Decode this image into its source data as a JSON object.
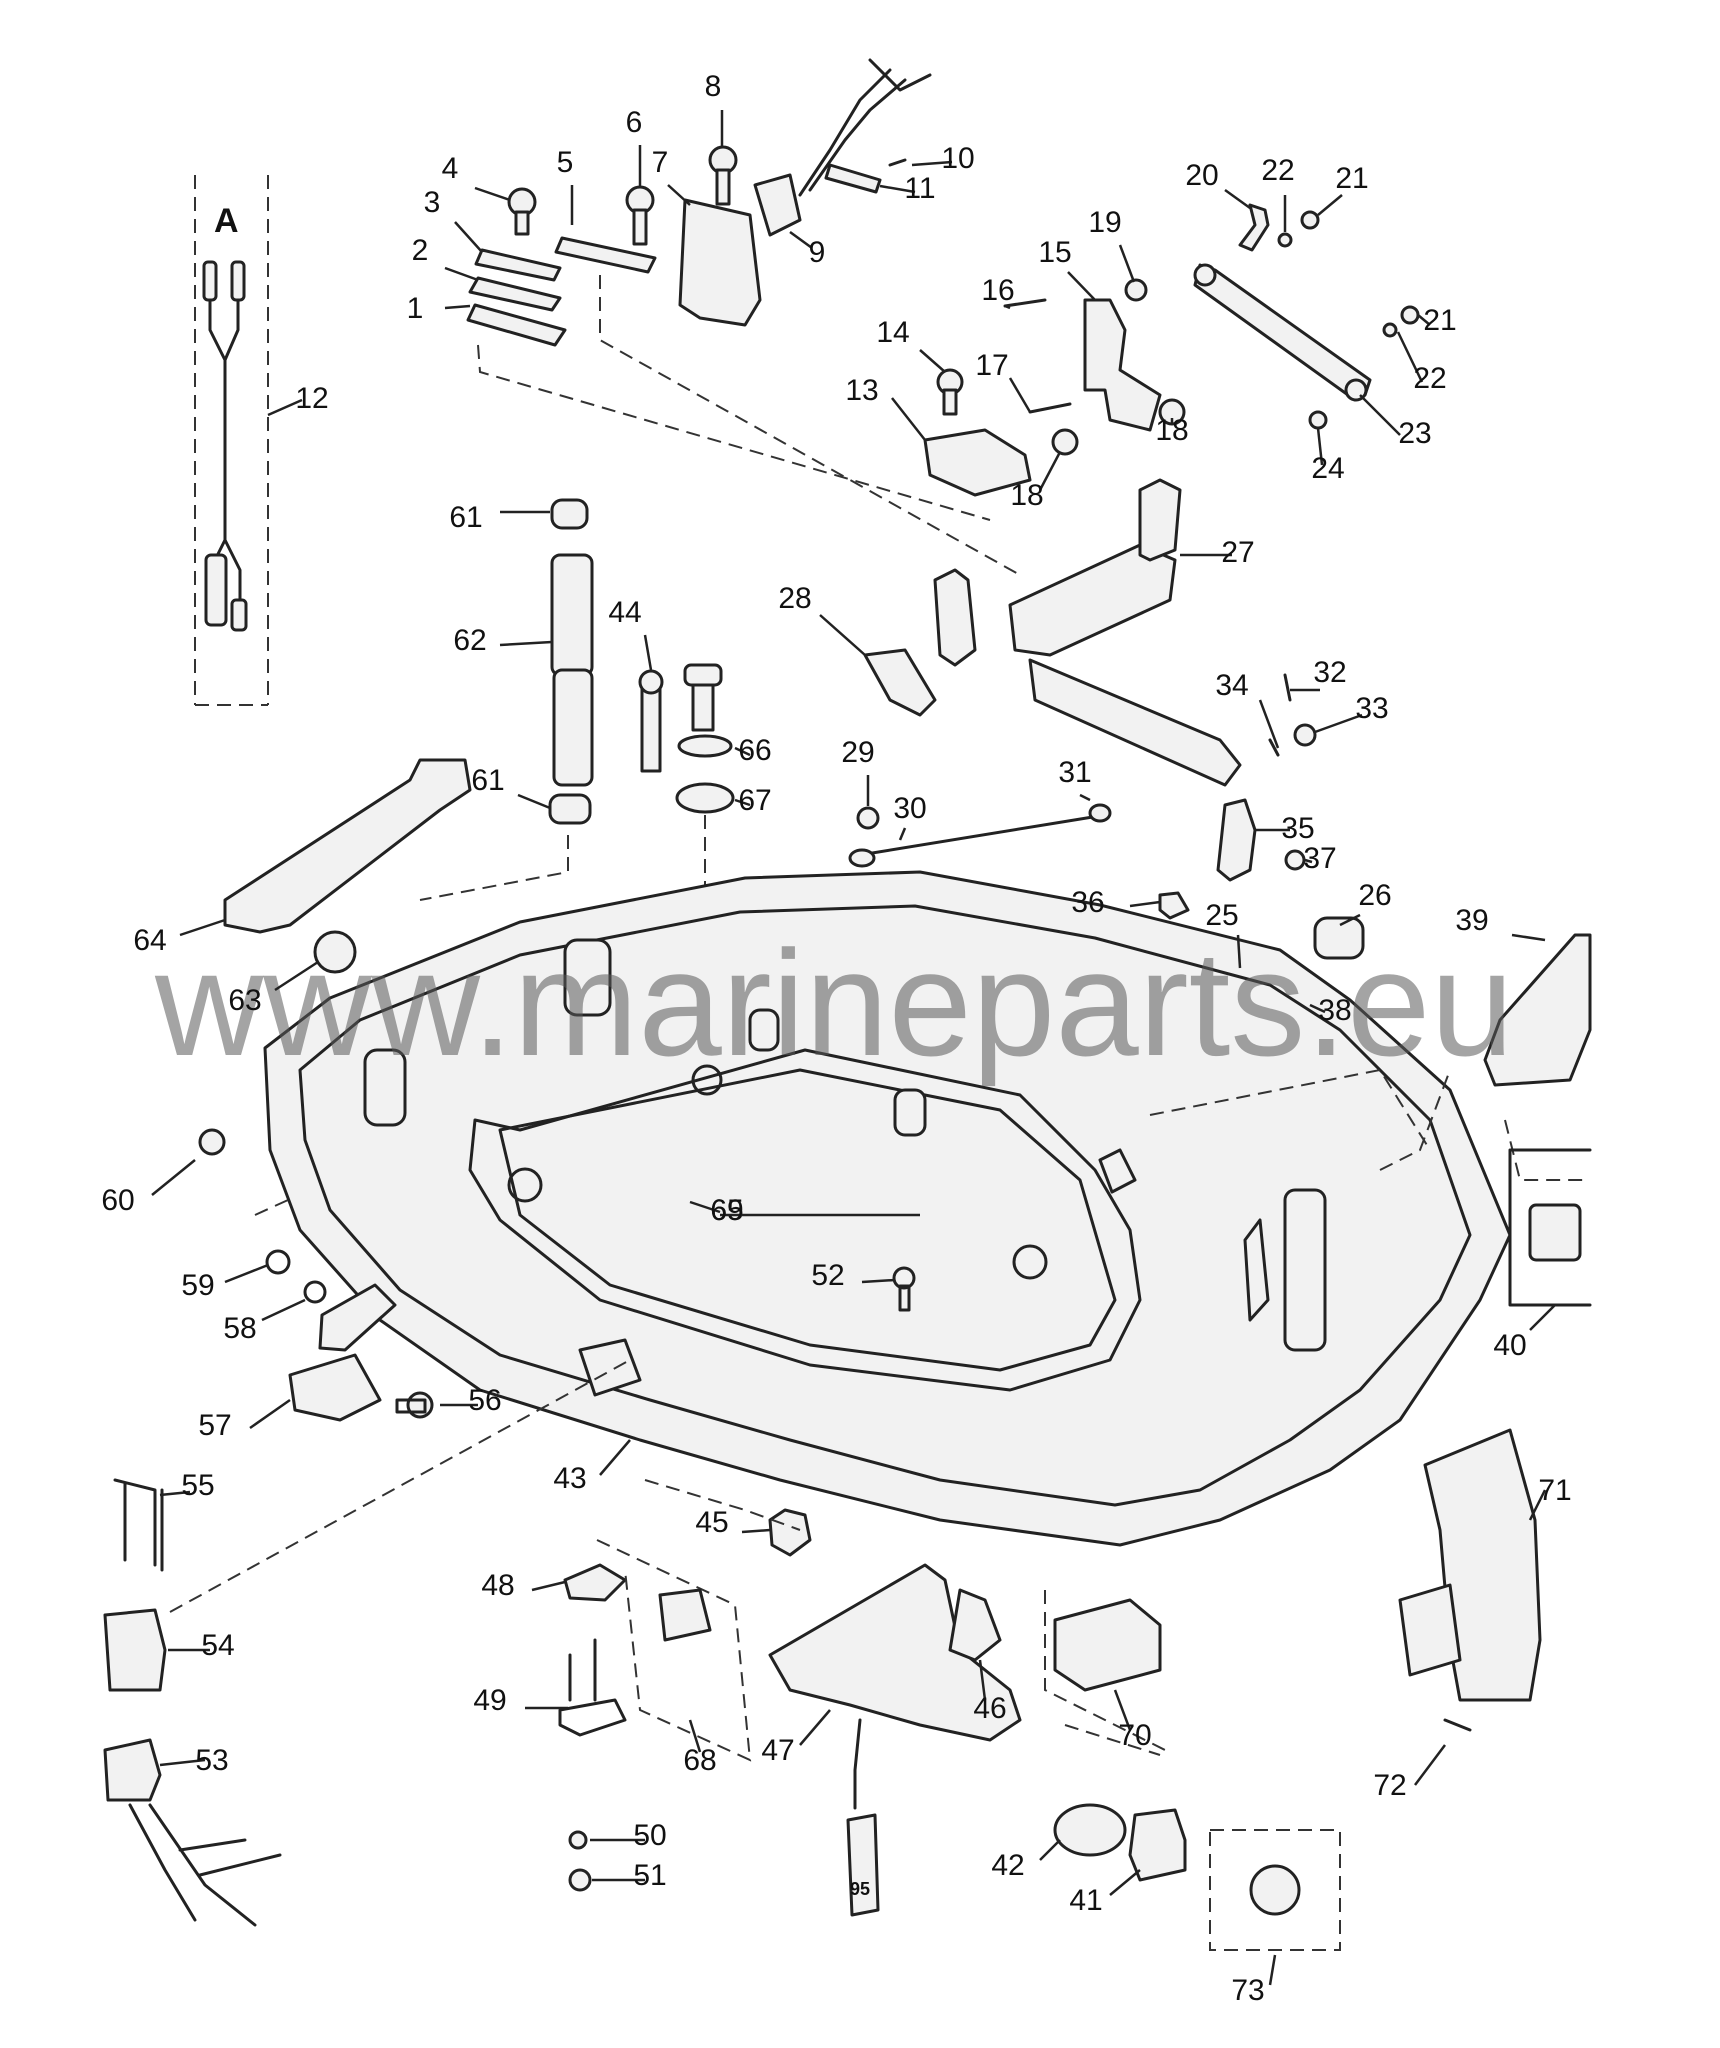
{
  "inset_letter": "A",
  "watermark": "www.marineparts.eu",
  "tube_label": "95",
  "callouts": [
    "1",
    "2",
    "3",
    "4",
    "5",
    "6",
    "7",
    "8",
    "9",
    "10",
    "11",
    "12",
    "13",
    "14",
    "15",
    "16",
    "17",
    "18",
    "18",
    "19",
    "20",
    "21",
    "21",
    "22",
    "22",
    "23",
    "24",
    "25",
    "26",
    "27",
    "28",
    "29",
    "30",
    "31",
    "32",
    "33",
    "34",
    "35",
    "36",
    "37",
    "38",
    "39",
    "40",
    "41",
    "42",
    "43",
    "44",
    "45",
    "46",
    "47",
    "48",
    "49",
    "50",
    "51",
    "52",
    "53",
    "54",
    "55",
    "56",
    "57",
    "58",
    "59",
    "60",
    "61",
    "61",
    "62",
    "63",
    "64",
    "65",
    "66",
    "67",
    "68",
    "69",
    "70",
    "71",
    "72",
    "73"
  ]
}
